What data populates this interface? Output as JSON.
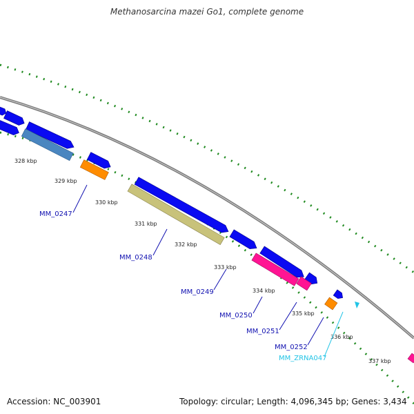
{
  "title": "Methanosarcina mazei Go1, complete genome",
  "footer": {
    "accession": "Accession: NC_003901",
    "topology": "Topology: circular; Length: 4,096,345 bp; Genes: 3,434"
  },
  "colors": {
    "backbone": "#8a8a8a",
    "tick_dots": "#1f8a1f",
    "forward_gene": "#0a0af2",
    "reverse_gene": "#4a86c0",
    "orange_gene": "#ff8c00",
    "olive_gene": "#c8c27a",
    "magenta_gene": "#ff1493",
    "rna": "#22c4e6",
    "gene_label": "#1010b0"
  },
  "scale_labels": [
    "328 kbp",
    "329 kbp",
    "330 kbp",
    "331 kbp",
    "332 kbp",
    "333 kbp",
    "334 kbp",
    "335 kbp",
    "336 kbp",
    "337 kbp"
  ],
  "gene_labels": [
    "MM_0247",
    "MM_0248",
    "MM_0249",
    "MM_0250",
    "MM_0251",
    "MM_0252",
    "MM_ZRNA047"
  ]
}
